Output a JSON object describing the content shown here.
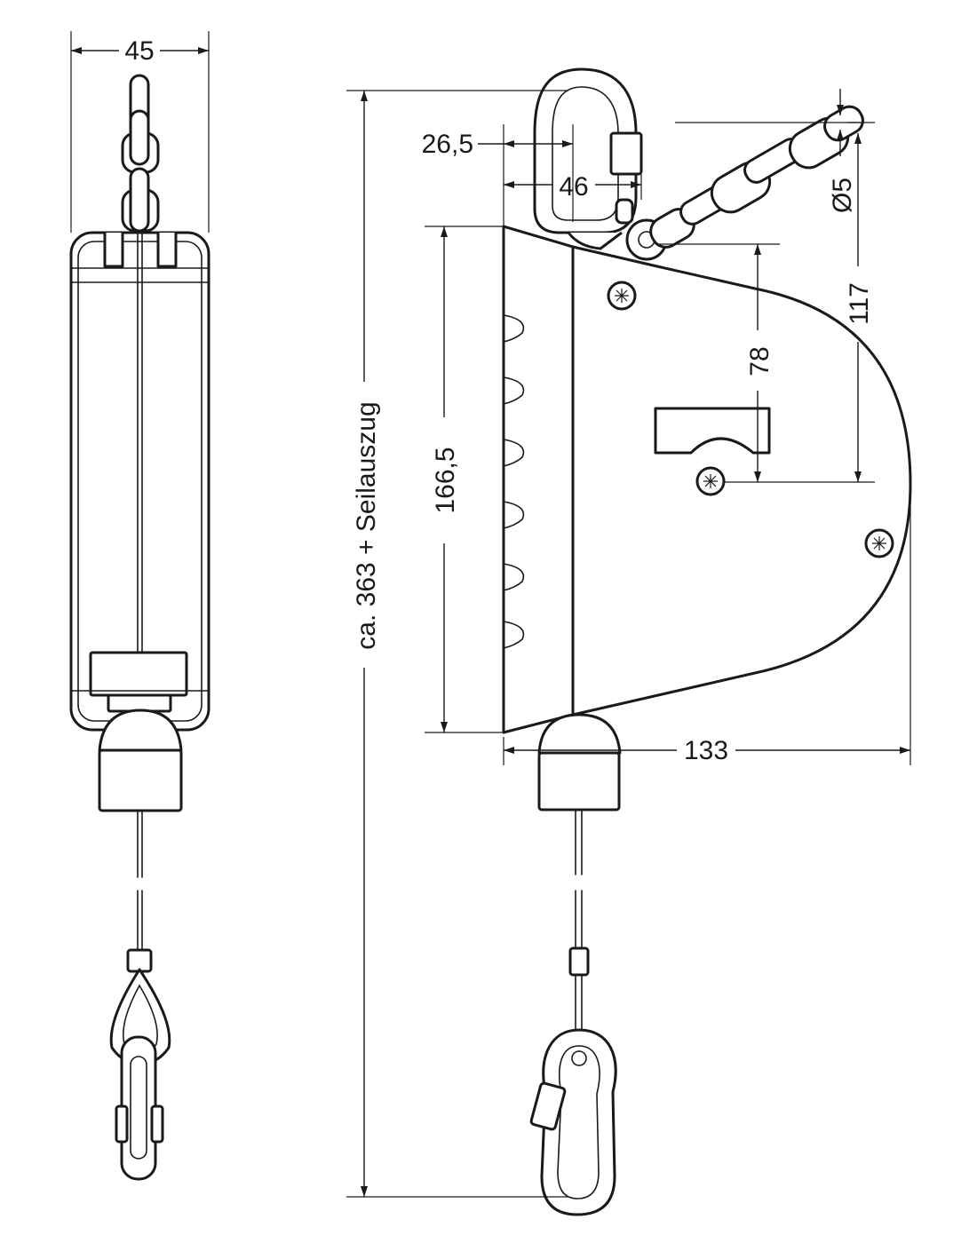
{
  "dimensions": {
    "width_side": "45",
    "width_top_26": "26,5",
    "width_46": "46",
    "diameter_5": "Ø5",
    "height_117": "117",
    "height_78": "78",
    "height_166": "166,5",
    "overall_length": "ca. 363 + Seilauszug",
    "depth_133": "133"
  },
  "colors": {
    "line": "#1a1a1a",
    "background": "#ffffff"
  },
  "icons": [
    "arrowhead-marker",
    "screw-icon",
    "carabiner-icon",
    "chain-icon",
    "thimble-hook-icon"
  ]
}
